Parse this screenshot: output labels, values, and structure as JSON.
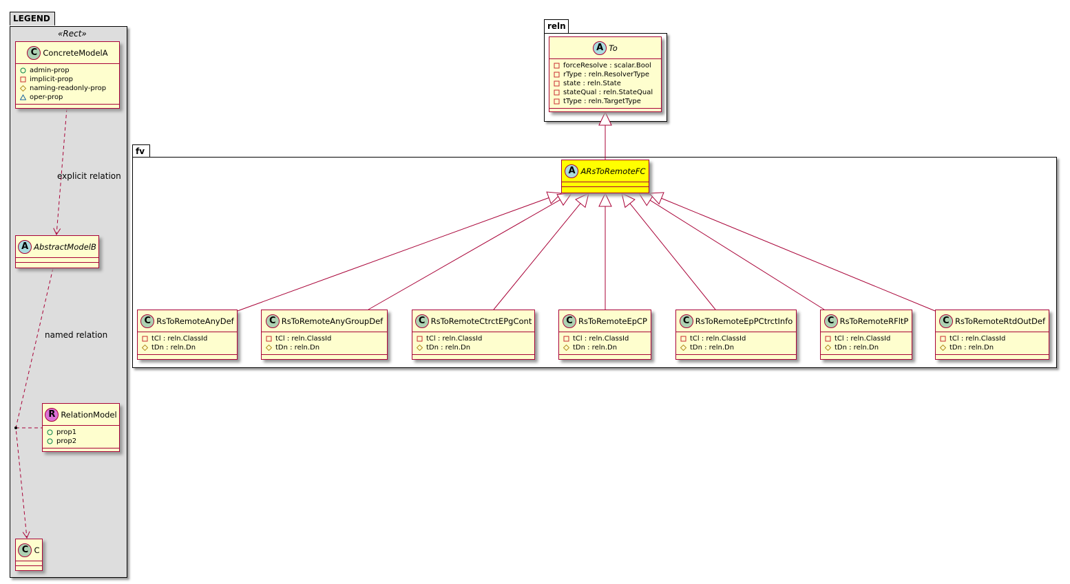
{
  "packages": {
    "legend": {
      "label": "LEGEND",
      "fill": "#DDDDDD"
    },
    "reln": {
      "label": "reln"
    },
    "fv": {
      "label": "fv"
    }
  },
  "colors": {
    "border": "#A80036",
    "class_fill": "#FEFECE",
    "highlight_fill": "#FFFF00",
    "class_icon": "#ADD1B2",
    "abstract_icon": "#A9DCDF",
    "relation_icon": "#DA70D6"
  },
  "legend": {
    "stereotype": "«Rect»",
    "explicit_relation_label": "explicit relation",
    "named_relation_label": "named relation"
  },
  "classes": [
    {
      "id": "concrete",
      "kind": "C",
      "name": "ConcreteModelA",
      "attrs": [
        {
          "vis": "public",
          "text": "admin-prop"
        },
        {
          "vis": "private",
          "text": "implicit-prop"
        },
        {
          "vis": "protected",
          "text": "naming-readonly-prop"
        },
        {
          "vis": "package",
          "text": "oper-prop"
        }
      ]
    },
    {
      "id": "abstractb",
      "kind": "A",
      "name": "AbstractModelB",
      "attrs": []
    },
    {
      "id": "relmodel",
      "kind": "R",
      "name": "RelationModel",
      "attrs": [
        {
          "vis": "public",
          "text": "prop1"
        },
        {
          "vis": "public",
          "text": "prop2"
        }
      ]
    },
    {
      "id": "c",
      "kind": "C",
      "name": "C",
      "attrs": []
    },
    {
      "id": "to",
      "kind": "A",
      "name": "To",
      "attrs": [
        {
          "vis": "private",
          "text": "forceResolve : scalar.Bool"
        },
        {
          "vis": "private",
          "text": "rType : reln.ResolverType"
        },
        {
          "vis": "private",
          "text": "state : reln.State"
        },
        {
          "vis": "private",
          "text": "stateQual : reln.StateQual"
        },
        {
          "vis": "private",
          "text": "tType : reln.TargetType"
        }
      ]
    },
    {
      "id": "ars",
      "kind": "A",
      "name": "ARsToRemoteFC",
      "highlight": true,
      "attrs": []
    },
    {
      "id": "k1",
      "kind": "C",
      "name": "RsToRemoteAnyDef",
      "attrs": [
        {
          "vis": "private",
          "text": "tCl : reln.ClassId"
        },
        {
          "vis": "protected",
          "text": "tDn : reln.Dn"
        }
      ]
    },
    {
      "id": "k2",
      "kind": "C",
      "name": "RsToRemoteAnyGroupDef",
      "attrs": [
        {
          "vis": "private",
          "text": "tCl : reln.ClassId"
        },
        {
          "vis": "protected",
          "text": "tDn : reln.Dn"
        }
      ]
    },
    {
      "id": "k3",
      "kind": "C",
      "name": "RsToRemoteCtrctEPgCont",
      "attrs": [
        {
          "vis": "private",
          "text": "tCl : reln.ClassId"
        },
        {
          "vis": "protected",
          "text": "tDn : reln.Dn"
        }
      ]
    },
    {
      "id": "k4",
      "kind": "C",
      "name": "RsToRemoteEpCP",
      "attrs": [
        {
          "vis": "private",
          "text": "tCl : reln.ClassId"
        },
        {
          "vis": "protected",
          "text": "tDn : reln.Dn"
        }
      ]
    },
    {
      "id": "k5",
      "kind": "C",
      "name": "RsToRemoteEpPCtrctInfo",
      "attrs": [
        {
          "vis": "private",
          "text": "tCl : reln.ClassId"
        },
        {
          "vis": "protected",
          "text": "tDn : reln.Dn"
        }
      ]
    },
    {
      "id": "k6",
      "kind": "C",
      "name": "RsToRemoteRFltP",
      "attrs": [
        {
          "vis": "private",
          "text": "tCl : reln.ClassId"
        },
        {
          "vis": "protected",
          "text": "tDn : reln.Dn"
        }
      ]
    },
    {
      "id": "k7",
      "kind": "C",
      "name": "RsToRemoteRtdOutDef",
      "attrs": [
        {
          "vis": "private",
          "text": "tCl : reln.ClassId"
        },
        {
          "vis": "protected",
          "text": "tDn : reln.Dn"
        }
      ]
    }
  ],
  "relations": [
    {
      "type": "dependency",
      "from": "concrete",
      "to": "abstractb",
      "label": "explicit relation"
    },
    {
      "type": "named",
      "from": "abstractb",
      "to": "c",
      "assoc": "relmodel",
      "label": "named relation"
    },
    {
      "type": "inheritance",
      "from": "ars",
      "to": "to"
    },
    {
      "type": "inheritance",
      "from": "k1",
      "to": "ars"
    },
    {
      "type": "inheritance",
      "from": "k2",
      "to": "ars"
    },
    {
      "type": "inheritance",
      "from": "k3",
      "to": "ars"
    },
    {
      "type": "inheritance",
      "from": "k4",
      "to": "ars"
    },
    {
      "type": "inheritance",
      "from": "k5",
      "to": "ars"
    },
    {
      "type": "inheritance",
      "from": "k6",
      "to": "ars"
    },
    {
      "type": "inheritance",
      "from": "k7",
      "to": "ars"
    }
  ]
}
